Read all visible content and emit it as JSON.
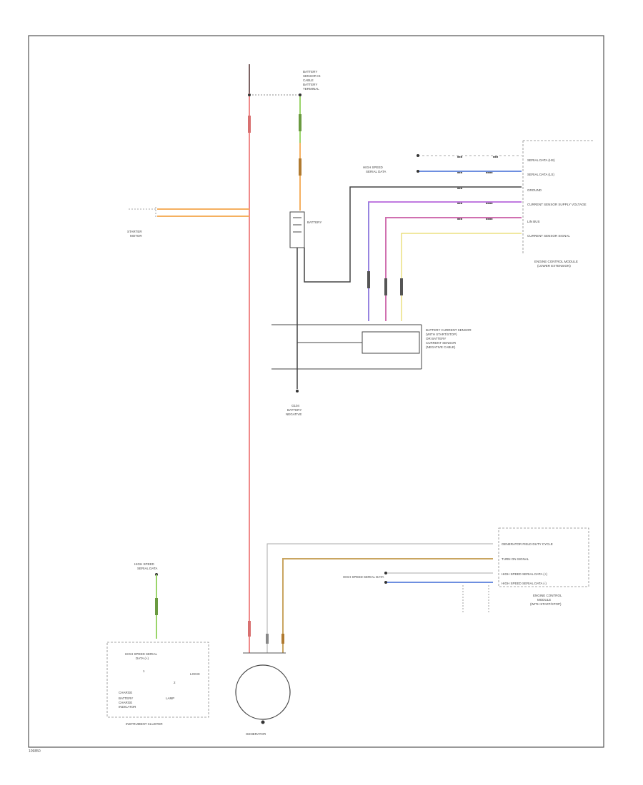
{
  "diagram": {
    "battery_label": "BATTERY",
    "battery_note": [
      "BATTERY",
      "SENSOR IS",
      "CABLE",
      "BATTERY",
      "TERMINAL"
    ],
    "starter_label": [
      "STARTER",
      "MOTOR"
    ],
    "generator_label": "GENERATOR",
    "ground_label": [
      "G104",
      "BATTERY",
      "NEGATIVE"
    ],
    "sensor_label": [
      "BATTERY CURRENT SENSOR",
      "(WITH START/STOP)",
      "OR BATTERY",
      "CURRENT SENSOR",
      "(NEGATIVE CABLE)"
    ],
    "engine_module": {
      "title": [
        "ENGINE CONTROL MODULE",
        "(LOWER EXTENSION)"
      ],
      "rows": [
        "SERIAL DATA (HS)",
        "SERIAL DATA (LS)",
        "GROUND",
        "CURRENT SENSOR SUPPLY VOLTAGE",
        "LIN BUS",
        "CURRENT SENSOR SIGNAL"
      ]
    },
    "generator_module": {
      "title": [
        "ENGINE CONTROL",
        "MODULE",
        "(WITH START/STOP)"
      ],
      "rows": [
        "GENERATOR FIELD DUTY CYCLE",
        "TURN ON SIGNAL",
        "HIGH SPEED SERIAL DATA (+)",
        "HIGH SPEED SERIAL DATA (-)"
      ]
    },
    "hs_network": "HIGH SPEED SERIAL DATA",
    "hs_network_left": [
      "HIGH SPEED",
      "SERIAL DATA"
    ],
    "ipc": {
      "title": "INSTRUMENT CLUSTER",
      "network_label": [
        "HIGH SPEED",
        "SERIAL DATA"
      ],
      "inner_lines": [
        "HIGH SPEED SERIAL",
        "DATA (+)"
      ],
      "indicator": [
        "BATTERY",
        "CHARGE",
        "INDICATOR"
      ],
      "misc": [
        "LOGIC",
        "CHARGE",
        "LAMP"
      ],
      "pin": "1",
      "pin2": "2"
    },
    "corner_note": "109850"
  },
  "colors": {
    "red": "#f08a8a",
    "orange": "#f5b060",
    "green": "#9ad56a",
    "blue": "#6e8fe0",
    "violet": "#c07ae0",
    "magenta": "#d070b0",
    "yellow": "#e0d040",
    "tan": "#c9a560",
    "black": "#333333",
    "gray": "#aaaaaa"
  }
}
